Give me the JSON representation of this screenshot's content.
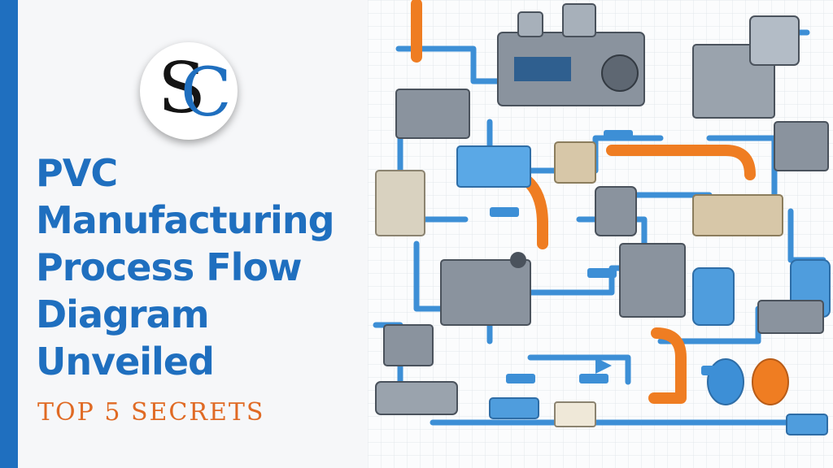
{
  "logo": {
    "monogram_s": "S",
    "monogram_c": "C"
  },
  "headline": {
    "lines": [
      "PVC",
      "Manufacturing",
      "Process Flow",
      "Diagram",
      "Unveiled"
    ]
  },
  "subtitle": "TOP 5 SECRETS",
  "illustration": {
    "icon": "factory-pipeline-illustration"
  },
  "colors": {
    "brand_blue": "#1f6fbf",
    "accent_orange": "#e06a24",
    "pipe_blue": "#3d8fd6",
    "pipe_orange": "#ef7d22",
    "machine_gray": "#6b7480"
  }
}
